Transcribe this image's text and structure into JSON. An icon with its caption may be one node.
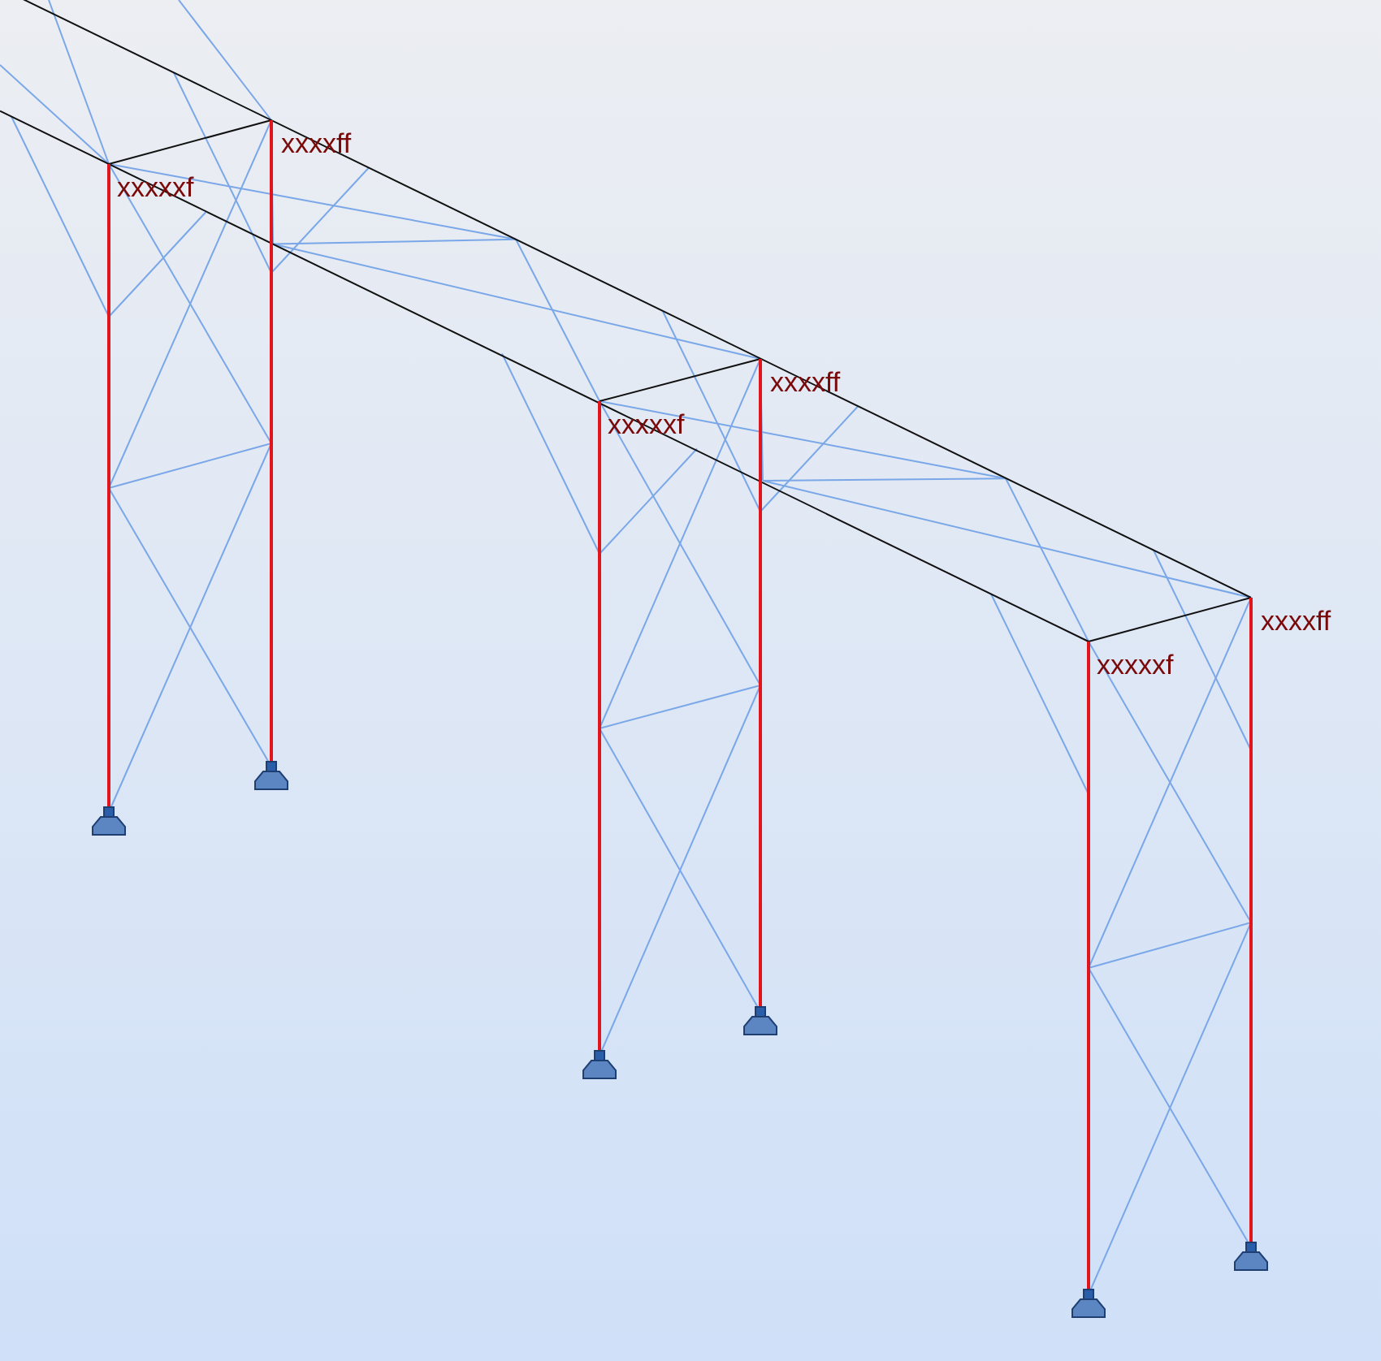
{
  "diagram": {
    "labels": [
      "xxxxff",
      "xxxxxf",
      "xxxxff",
      "xxxxxf",
      "xxxxff",
      "xxxxxf"
    ]
  }
}
